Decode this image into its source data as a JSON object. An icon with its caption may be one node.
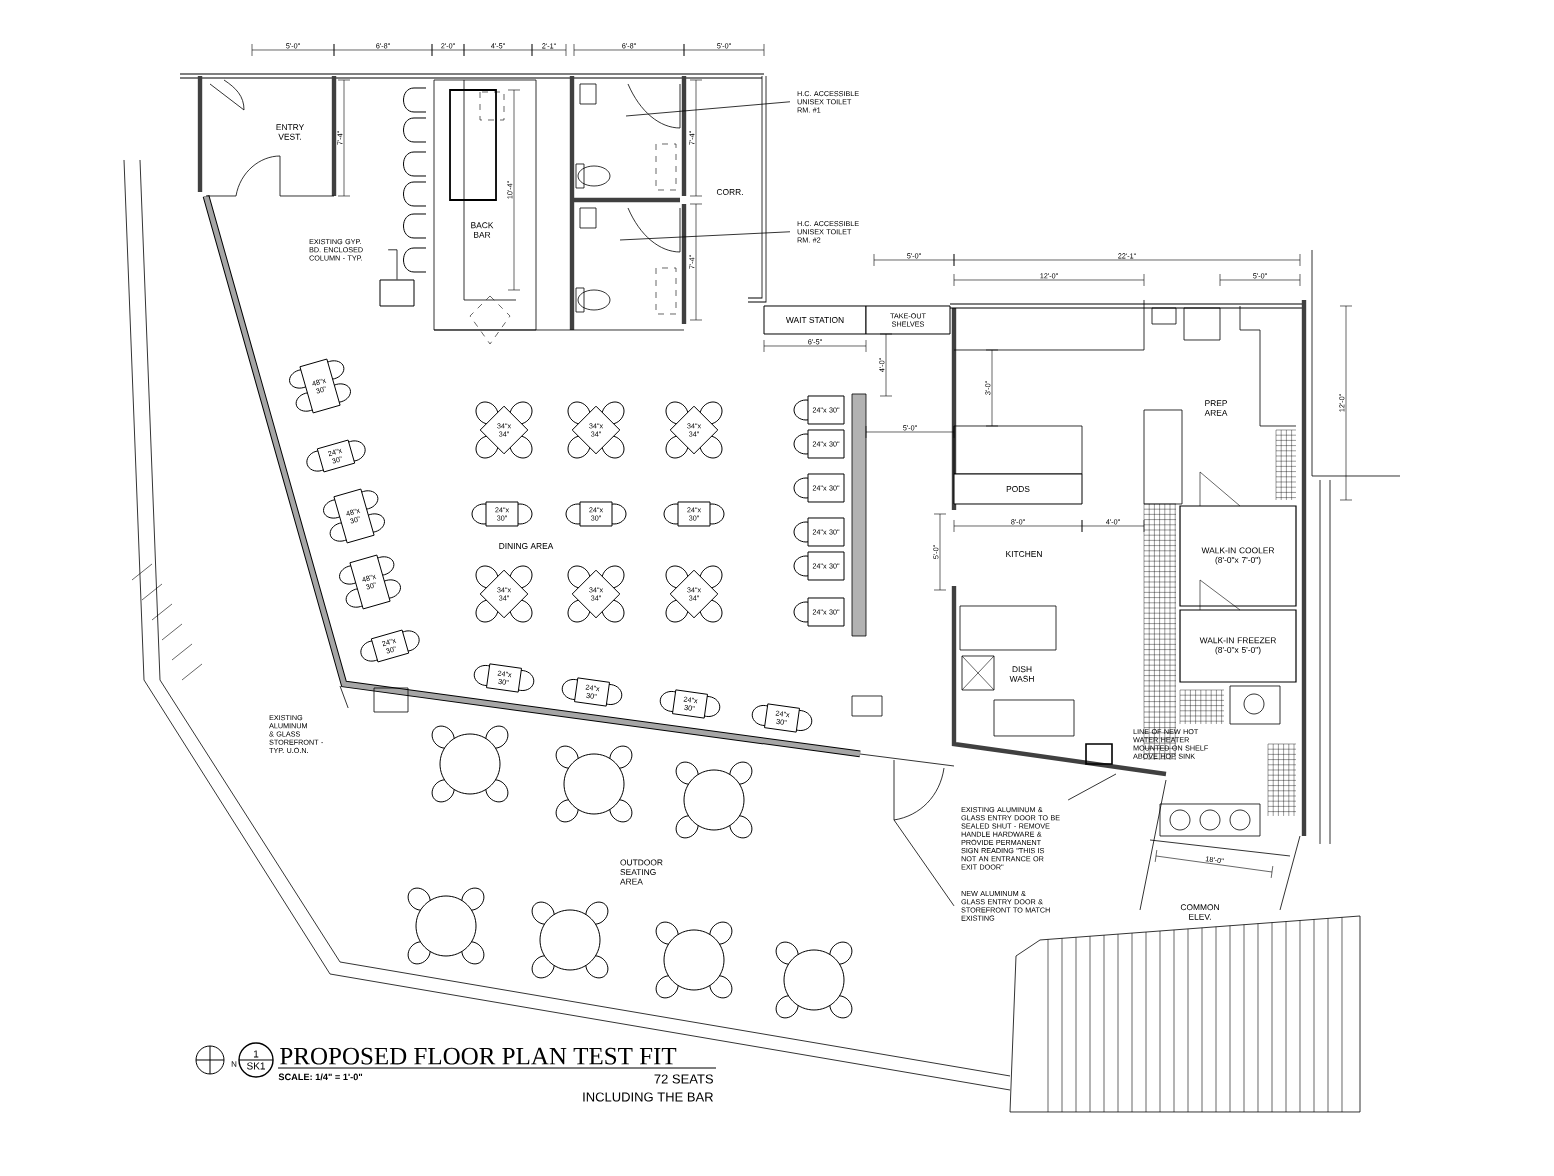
{
  "diagram": {
    "title": "PROPOSED FLOOR PLAN TEST FIT",
    "nodes": [
      {
        "text": [
          "EXISTING GYP. BD. ENCLOSED COLUMN - TYP."
        ]
      },
      {
        "text": [],
        "shape": "box"
      },
      {
        "text": [
          "H.C. ACCESSIBLE UNISEX TOILET RM. #1"
        ]
      },
      {
        "text": [
          "H.C. ACCESSIBLE UNISEX TOILET RM. #2"
        ]
      },
      {
        "text": [
          "WAIT STATION"
        ]
      },
      {
        "text": [
          "TAKE-OUT SHELVES"
        ]
      },
      {
        "text": [
          "PODS"
        ]
      },
      {
        "text": [
          "WALK-IN COOLER",
          "(8'-0\"x 7'-0\")"
        ]
      },
      {
        "text": [
          "WALK-IN FREEZER",
          "(8'-0\"x 5'-0\")"
        ]
      },
      {
        "text": [
          "48\"x 30\""
        ]
      },
      {
        "text": [
          "24\"x 30\""
        ]
      },
      {
        "text": [
          "48\"x 30\""
        ]
      },
      {
        "text": [
          "48\"x 30\""
        ]
      },
      {
        "text": [
          "24\"x 30\""
        ]
      },
      {
        "text": [
          "34\"x 34\""
        ]
      },
      {
        "text": [
          "34\"x 34\""
        ]
      },
      {
        "text": [
          "34\"x 34\""
        ]
      },
      {
        "text": [
          "24\"x 30\""
        ]
      },
      {
        "text": [
          "24\"x 30\""
        ]
      },
      {
        "text": [
          "24\"x 30\""
        ]
      },
      {
        "text": [
          "34\"x 34\""
        ]
      },
      {
        "text": [
          "34\"x 34\""
        ]
      },
      {
        "text": [
          "34\"x 34\""
        ]
      },
      {
        "text": [
          "24\"x 30\""
        ]
      },
      {
        "text": [
          "24\"x 30\""
        ]
      },
      {
        "text": [
          "24\"x 30\""
        ]
      },
      {
        "text": [
          "24\"x 30\""
        ]
      },
      {
        "text": [
          "24\"x 30\""
        ]
      },
      {
        "text": [
          "24\"x 30\""
        ]
      },
      {
        "text": [
          "24\"x 30\""
        ]
      },
      {
        "text": [
          "24\"x 30\""
        ]
      },
      {
        "text": [
          "24\"x 30\""
        ]
      },
      {
        "text": [
          "24\"x 30\""
        ]
      },
      {
        "text": [
          "EXISTING ALUMINUM & GLASS STOREFRONT - TYP. U.O.N."
        ]
      },
      {
        "text": [
          "EXISTING ALUMINUM & GLASS ENTRY DOOR TO BE SEALED SHUT - REMOVE HANDLE HARDWARE & PROVIDE PERMANENT SIGN READING \"THIS IS NOT AN ENTRANCE OR EXIT DOOR\""
        ]
      },
      {
        "text": [
          "NEW ALUMINUM & GLASS ENTRY DOOR & STOREFRONT TO MATCH EXISTING"
        ]
      },
      {
        "text": [
          "1",
          "SK1"
        ]
      }
    ],
    "edges": [
      {
        "from": 0,
        "to": 1,
        "arrow": "none"
      },
      {
        "from": 2,
        "to": null,
        "arrow": "none"
      },
      {
        "from": 3,
        "to": null,
        "arrow": "none"
      },
      {
        "from": 33,
        "to": null,
        "arrow": "none"
      },
      {
        "from": 34,
        "to": null,
        "arrow": "none"
      },
      {
        "from": 35,
        "to": null,
        "arrow": "none"
      }
    ],
    "labels": [
      "5'-0\"",
      "6'-8\"",
      "2'-0\"",
      "4'-5\"",
      "2'-1\"",
      "6'-8\"",
      "5'-0\"",
      "ENTRY VEST.",
      "7'-4\"",
      "BACK BAR",
      "10'-4\"",
      "7'-4\"",
      "CORR.",
      "7'-4\"",
      "5'-0\"",
      "22'-1\"",
      "12'-0\"",
      "5'-0\"",
      "6'-5\"",
      "12'-0\"",
      "4'-0\"",
      "3'-0\"",
      "PREP AREA",
      "5'-0\"",
      "DINING AREA",
      "8'-0\"",
      "4'-0\"",
      "KITCHEN",
      "5'-0\"",
      "DISH WASH",
      "LINE OF NEW HOT WATER HEATER MOUNTED ON SHELF ABOVE HOP SINK",
      "OUTDOOR SEATING AREA",
      "18'-0\"",
      "COMMON ELEV.",
      "N",
      "SCALE: 1/4\" = 1'-0\"",
      "72 SEATS",
      "INCLUDING THE BAR"
    ]
  }
}
